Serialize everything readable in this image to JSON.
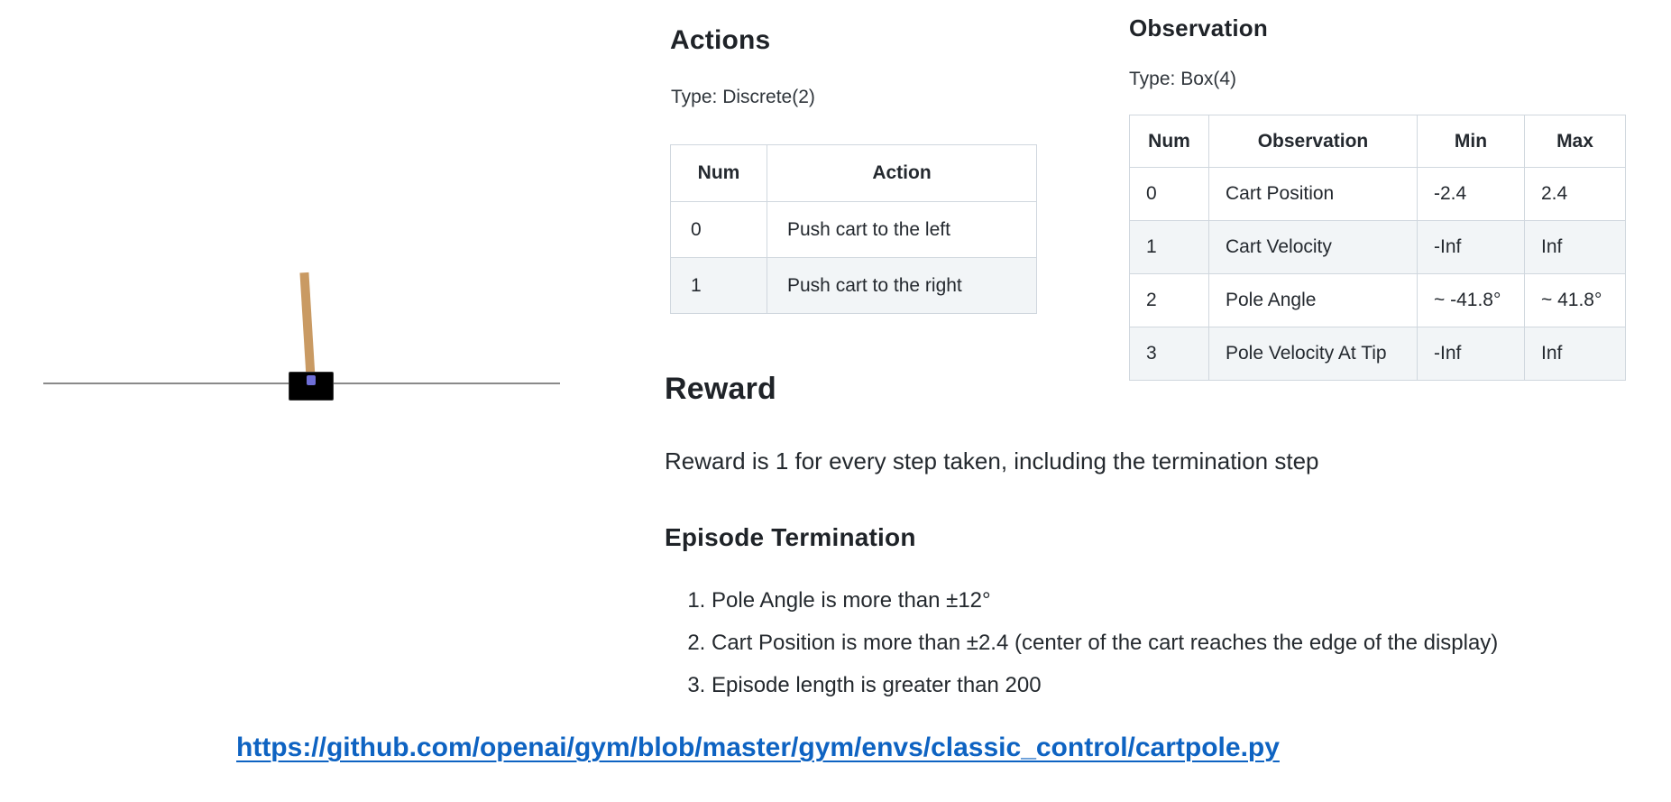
{
  "cartpole": {
    "track_color": "#8a8a8a",
    "cart_color": "#000000",
    "pole_color": "#c99a63",
    "axle_color": "#6e6ed6"
  },
  "actions": {
    "heading": "Actions",
    "type_label": "Type: Discrete(2)",
    "table": {
      "headers": [
        "Num",
        "Action"
      ],
      "rows": [
        [
          "0",
          "Push cart to the left"
        ],
        [
          "1",
          "Push cart to the right"
        ]
      ]
    }
  },
  "observation": {
    "heading": "Observation",
    "type_label": "Type: Box(4)",
    "table": {
      "headers": [
        "Num",
        "Observation",
        "Min",
        "Max"
      ],
      "rows": [
        [
          "0",
          "Cart Position",
          "-2.4",
          "2.4"
        ],
        [
          "1",
          "Cart Velocity",
          "-Inf",
          "Inf"
        ],
        [
          "2",
          "Pole Angle",
          "~ -41.8°",
          "~ 41.8°"
        ],
        [
          "3",
          "Pole Velocity At Tip",
          "-Inf",
          "Inf"
        ]
      ]
    }
  },
  "reward": {
    "heading": "Reward",
    "description": "Reward is 1 for every step taken, including the termination step"
  },
  "episode_termination": {
    "heading": "Episode Termination",
    "items": [
      "Pole Angle is more than ±12°",
      "Cart Position is more than ±2.4 (center of the cart reaches the edge of the display)",
      "Episode length is greater than 200"
    ]
  },
  "source_link": {
    "url": "https://github.com/openai/gym/blob/master/gym/envs/classic_control/cartpole.py"
  },
  "colors": {
    "link_blue": "#0e63c2",
    "table_stripe": "#f2f5f7",
    "table_border": "#d0d7de",
    "text_dark": "#24292e"
  }
}
